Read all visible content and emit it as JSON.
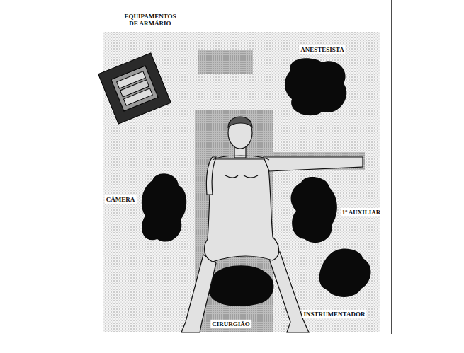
{
  "diagram": {
    "labels": [
      "EQUIPAMENTOS DE ARMÁRIO",
      "ANESTESISTA",
      "CÂMERA",
      "1º AUXILIAR",
      "CIRURGIÃO",
      "INSTRUMENTADOR"
    ]
  }
}
